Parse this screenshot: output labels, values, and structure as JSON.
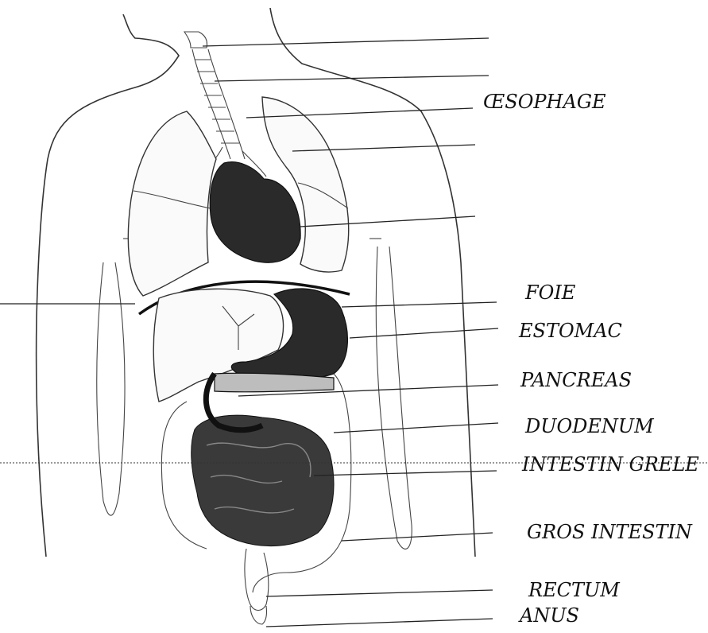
{
  "labels": {
    "oesophage": "ŒSOPHAGE",
    "foie": "FOIE",
    "estomac": "ESTOMAC",
    "pancreas": "PANCREAS",
    "duodenum": "DUODENUM",
    "intestin_grele": "INTESTIN GRELE",
    "gros_intestin": "GROS INTESTIN",
    "rectum": "RECTUM",
    "anus": "ANUS"
  },
  "colors": {
    "ink": "#111111",
    "organ_fill": "#2a2a2a",
    "background": "#ffffff"
  }
}
